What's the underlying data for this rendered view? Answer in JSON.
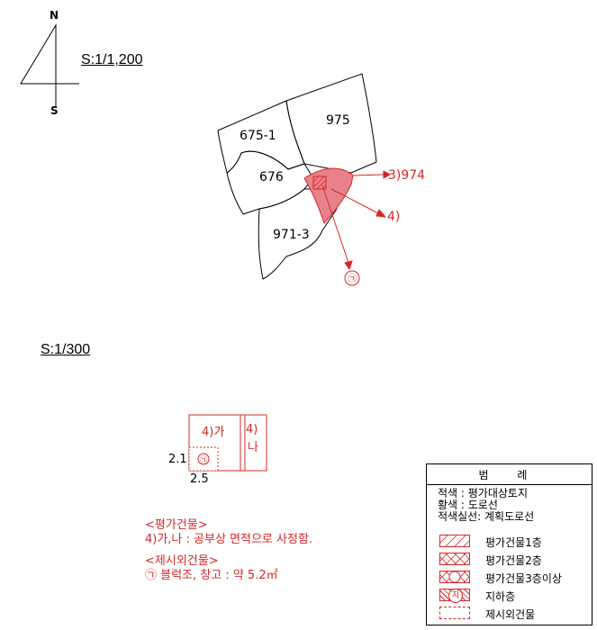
{
  "north_arrow": {
    "n_label": "N",
    "s_label": "S"
  },
  "map_scale": "S:1/1,200",
  "detail_scale": "S:1/300",
  "parcels": [
    "675-1",
    "975",
    "676",
    "971-3"
  ],
  "callouts": [
    "3)974",
    "4)",
    "㉠"
  ],
  "building": {
    "label_a": "4)가",
    "label_b_line1": "4)",
    "label_b_line2": "나",
    "annex_mark": "㉠",
    "dim_left": "2.1",
    "dim_bottom": "2.5"
  },
  "notes": {
    "line1": "<평가건물>",
    "line2": "4)가,나 : 공부상 면적으로 사정함.",
    "line3": "<제시외건물>",
    "line4": "㉠ 블럭조, 창고 : 약 5.2㎡"
  },
  "legend": {
    "title": "범 례",
    "line1": "적색  : 평가대상토지",
    "line2": "황색  : 도로선",
    "line3": "적색실선: 계획도로선",
    "items": [
      "평가건물1층",
      "평가건물2층",
      "평가건물3층이상",
      "지하층",
      "제시외건물"
    ],
    "basement_glyph": "지"
  },
  "colors": {
    "accent": "#d42828",
    "fill": "#e8828a"
  }
}
